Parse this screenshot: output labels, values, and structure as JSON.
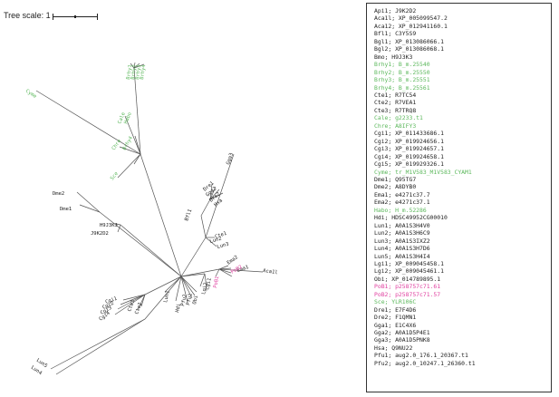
{
  "colors": {
    "default": "#222222",
    "green": "#5cb85c",
    "magenta": "#e040a0",
    "branch": "#555555"
  },
  "scale": {
    "label": "Tree scale: 1"
  },
  "tip_labels": [
    {
      "text": "Cyme",
      "color": "green"
    },
    {
      "text": "Brhy1",
      "color": "green"
    },
    {
      "text": "Brhy2",
      "color": "green"
    },
    {
      "text": "Brhy3",
      "color": "green"
    },
    {
      "text": "Brhy4",
      "color": "green"
    },
    {
      "text": "Habo",
      "color": "green"
    },
    {
      "text": "Cale",
      "color": "green"
    },
    {
      "text": "Chre",
      "color": "green"
    },
    {
      "text": "Brhy4",
      "color": "green"
    },
    {
      "text": "Sce",
      "color": "green"
    },
    {
      "text": "Gga3",
      "color": "default"
    },
    {
      "text": "Dme2",
      "color": "default"
    },
    {
      "text": "Dme1",
      "color": "default"
    },
    {
      "text": "H9J3K3",
      "color": "default"
    },
    {
      "text": "J9K2D2",
      "color": "default"
    },
    {
      "text": "Bfl1",
      "color": "default"
    },
    {
      "text": "Dre1",
      "color": "default"
    },
    {
      "text": "Gga2",
      "color": "default"
    },
    {
      "text": "Dre2",
      "color": "default"
    },
    {
      "text": "Hsa",
      "color": "default"
    },
    {
      "text": "Cte1",
      "color": "default"
    },
    {
      "text": "Lun3",
      "color": "default"
    },
    {
      "text": "Lun2",
      "color": "default"
    },
    {
      "text": "Aca1l",
      "color": "default"
    },
    {
      "text": "Ema1",
      "color": "default"
    },
    {
      "text": "Ema2",
      "color": "default"
    },
    {
      "text": "PoB2",
      "color": "magenta"
    },
    {
      "text": "PoB1",
      "color": "magenta"
    },
    {
      "text": "Lgi1",
      "color": "default"
    },
    {
      "text": "Lgi2",
      "color": "default"
    },
    {
      "text": "Obi",
      "color": "default"
    },
    {
      "text": "Pfu1",
      "color": "default"
    },
    {
      "text": "Pfu2",
      "color": "default"
    },
    {
      "text": "Lun1",
      "color": "default"
    },
    {
      "text": "Hdi",
      "color": "default"
    },
    {
      "text": "Cgi1",
      "color": "default"
    },
    {
      "text": "Cgi2",
      "color": "default"
    },
    {
      "text": "Cgi3",
      "color": "default"
    },
    {
      "text": "Cgi4",
      "color": "default"
    },
    {
      "text": "Cte2",
      "color": "default"
    },
    {
      "text": "Cte3",
      "color": "default"
    },
    {
      "text": "Lun5",
      "color": "default"
    },
    {
      "text": "Lun4",
      "color": "default"
    }
  ],
  "legend": [
    {
      "text": "Api1; J9K2D2",
      "color": "default"
    },
    {
      "text": "Aca1l; XP_005099547.2",
      "color": "default"
    },
    {
      "text": "Aca12; XP_012941160.1",
      "color": "default"
    },
    {
      "text": "Bfl1; C3Y5S9",
      "color": "default"
    },
    {
      "text": "Bgl1; XP_013086066.1",
      "color": "default"
    },
    {
      "text": "Bgl2; XP_013086068.1",
      "color": "default"
    },
    {
      "text": "Bmo; H9J3K3",
      "color": "default"
    },
    {
      "text": "Brhy1; B_m.25540",
      "color": "green"
    },
    {
      "text": "Brhy2; B_m.25550",
      "color": "green"
    },
    {
      "text": "Brhy3; B_m.25551",
      "color": "green"
    },
    {
      "text": "Brhy4; B_m.25561",
      "color": "green"
    },
    {
      "text": "Cte1; R7TC54",
      "color": "default"
    },
    {
      "text": "Cte2; R7VEA1",
      "color": "default"
    },
    {
      "text": "Cte3; R7TRQ8",
      "color": "default"
    },
    {
      "text": "Cale; g2233.t1",
      "color": "green"
    },
    {
      "text": "Chre; A8IFY3",
      "color": "green"
    },
    {
      "text": "Cgi1; XP_011433686.1",
      "color": "default"
    },
    {
      "text": "Cgi2; XP_019924656.1",
      "color": "default"
    },
    {
      "text": "Cgi3; XP_019924657.1",
      "color": "default"
    },
    {
      "text": "Cgi4; XP_019924658.1",
      "color": "default"
    },
    {
      "text": "Cgi5; XP_019929326.1",
      "color": "default"
    },
    {
      "text": "Cyme; tr_M1V583_M1V583_CYAM1",
      "color": "green"
    },
    {
      "text": "Dme1; Q95TG7",
      "color": "default"
    },
    {
      "text": "Dme2; A8DYB0",
      "color": "default"
    },
    {
      "text": "Ema1; e4271c37.7",
      "color": "default"
    },
    {
      "text": "Ema2; e4271c37.1",
      "color": "default"
    },
    {
      "text": "Habo; H_m.52286",
      "color": "green"
    },
    {
      "text": "Hdi; HDSC49952CG00010",
      "color": "default"
    },
    {
      "text": "Lun1; A0A1S3H4V0",
      "color": "default"
    },
    {
      "text": "Lun2; A0A1S3H6C9",
      "color": "default"
    },
    {
      "text": "Lun3; A0A1S3IXZ2",
      "color": "default"
    },
    {
      "text": "Lun4; A0A1S3H7D6",
      "color": "default"
    },
    {
      "text": "Lun5; A0A1S3H4I4",
      "color": "default"
    },
    {
      "text": "Lgi1; XP_009045458.1",
      "color": "default"
    },
    {
      "text": "Lgi2; XP_009045461.1",
      "color": "default"
    },
    {
      "text": "Obi; XP_014789895.1",
      "color": "default"
    },
    {
      "text": "PoB1; p258757c71.61",
      "color": "magenta"
    },
    {
      "text": "PoB2; p258757c71.57",
      "color": "magenta"
    },
    {
      "text": "Sce; YLR106C",
      "color": "green"
    },
    {
      "text": "Dre1; E7F4D6",
      "color": "default"
    },
    {
      "text": "Dre2; F1QMN1",
      "color": "default"
    },
    {
      "text": "Gga1; E1C4X6",
      "color": "default"
    },
    {
      "text": "Gga2; A0A1D5P4E1",
      "color": "default"
    },
    {
      "text": "Gga3; A0A1D5PNK8",
      "color": "default"
    },
    {
      "text": "Hsa; Q9NU22",
      "color": "default"
    },
    {
      "text": "Pfu1; aug2.0_176.1_20367.t1",
      "color": "default"
    },
    {
      "text": "Pfu2; aug2.0_10247.1_26360.t1",
      "color": "default"
    }
  ]
}
